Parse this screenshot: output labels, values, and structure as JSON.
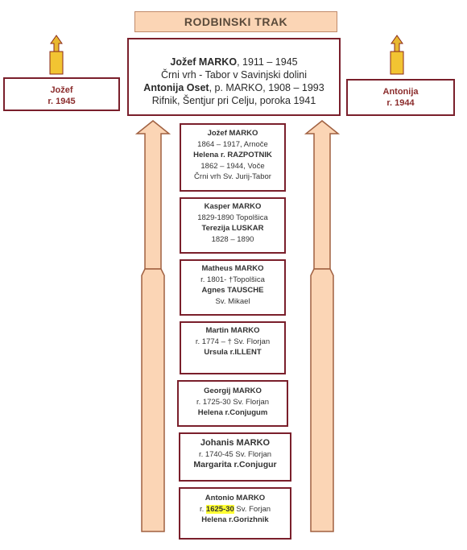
{
  "title": "RODBINSKI TRAK",
  "main": {
    "line1_name": "Jožef MARKO",
    "line1_rest": ", 1911 – 1945",
    "line2": "Črni vrh - Tabor v Savinjski dolini",
    "line3_name": "Antonija Oset",
    "line3_rest": ", p. MARKO, 1908 – 1993",
    "line4": "Rifnik, Šentjur pri Celju, poroka 1941"
  },
  "left_child": {
    "name": "Jožef",
    "born": "r. 1945"
  },
  "right_child": {
    "name": "Antonija",
    "born": "r. 1944"
  },
  "generations": [
    {
      "lines": [
        {
          "text": "Jožef MARKO",
          "bold": true
        },
        {
          "text": "1864 – 1917, Arnoče",
          "bold": false
        },
        {
          "text": "Helena r. RAZPOTNIK",
          "bold": true
        },
        {
          "text": "1862 – 1944, Voče",
          "bold": false
        },
        {
          "text": "Črni vrh Sv. Jurij-Tabor",
          "bold": false
        }
      ]
    },
    {
      "lines": [
        {
          "text": "Kasper MARKO",
          "bold": true
        },
        {
          "text": "1829-1890 Topolšica",
          "bold": false
        },
        {
          "text": "Terezija LUSKAR",
          "bold": true
        },
        {
          "text": "1828 – 1890",
          "bold": false
        }
      ]
    },
    {
      "lines": [
        {
          "text": "Matheus MARKO",
          "bold": true
        },
        {
          "text": "r. 1801- †Topolšica",
          "bold": false
        },
        {
          "text": "Agnes TAUSCHE",
          "bold": true
        },
        {
          "text": "Sv. Mikael",
          "bold": false
        }
      ]
    },
    {
      "lines": [
        {
          "text": "Martin MARKO",
          "bold": true
        },
        {
          "text": "r. 1774 – † Sv. Florjan",
          "bold": false
        },
        {
          "text": "Ursula r.ILLENT",
          "bold": true
        }
      ]
    },
    {
      "lines": [
        {
          "text": "Georgij MARKO",
          "bold": true
        },
        {
          "text": "r. 1725-30 Sv. Florjan",
          "bold": false
        },
        {
          "text": "Helena r.Conjugum",
          "bold": true
        }
      ]
    },
    {
      "lines": [
        {
          "text": "Johanis MARKO",
          "bold": true
        },
        {
          "text": "r. 1740-45 Sv. Florjan",
          "bold": false
        },
        {
          "text": "Margarita r.Conjugur",
          "bold": true
        }
      ]
    },
    {
      "lines": [
        {
          "text": "Antonio MARKO",
          "bold": true
        },
        {
          "text": "r. ",
          "bold": false,
          "highlight": "1625-30",
          "after": " Sv. Forjan"
        },
        {
          "text": "Helena r.Gorizhnik",
          "bold": true
        }
      ]
    }
  ]
}
